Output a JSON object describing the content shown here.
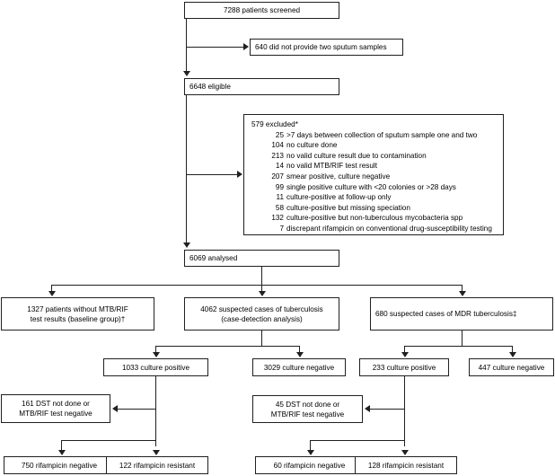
{
  "diagram": {
    "type": "flowchart",
    "title": "CONSORT-style patient flow diagram",
    "line_color": "#231f20",
    "background": "#ffffff"
  },
  "nodes": {
    "screened": "7288 patients screened",
    "no_two_sputum": "640 did not provide two sputum samples",
    "eligible": "6648 eligible",
    "analysed": "6069 analysed",
    "baseline_group": "1327 patients without MTB/RIF\ntest results (baseline group)†",
    "suspected_tb": "4062 suspected cases of tuberculosis\n(case-detection analysis)",
    "suspected_mdr": "680 suspected cases of MDR tuberculosis‡",
    "tb_culture_positive": "1033 culture positive",
    "tb_culture_negative": "3029 culture negative",
    "mdr_culture_positive": "233 culture positive",
    "mdr_culture_negative": "447 culture negative",
    "tb_dst_not_done": "161 DST not done or\nMTB/RIF test negative",
    "mdr_dst_not_done": "45 DST not done or\nMTB/RIF test negative",
    "tb_rif_negative": "750 rifampicin negative",
    "tb_rif_resistant": "122 rifampicin resistant",
    "mdr_rif_negative": "60 rifampicin negative",
    "mdr_rif_resistant": "128 rifampicin resistant"
  },
  "excluded": {
    "title": "579 excluded*",
    "items": [
      {
        "count": "25",
        "reason": ">7 days between collection of sputum sample one and two"
      },
      {
        "count": "104",
        "reason": "no culture done"
      },
      {
        "count": "213",
        "reason": "no valid culture result due to contamination"
      },
      {
        "count": "14",
        "reason": "no valid MTB/RIF test result"
      },
      {
        "count": "207",
        "reason": "smear positive, culture negative"
      },
      {
        "count": "99",
        "reason": "single positive culture with <20 colonies or >28 days"
      },
      {
        "count": "11",
        "reason": "culture-positive at follow-up only"
      },
      {
        "count": "58",
        "reason": "culture-positive but missing speciation"
      },
      {
        "count": "132",
        "reason": "culture-positive but non-tuberculous mycobacteria spp"
      },
      {
        "count": "7",
        "reason": "discrepant rifampicin on conventional drug-susceptibility testing"
      }
    ]
  }
}
